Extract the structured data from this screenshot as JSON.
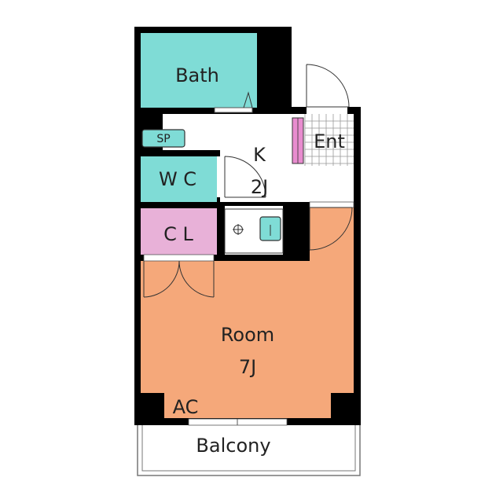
{
  "floor_plan": {
    "labels": {
      "bath": "Bath",
      "sp": "SP",
      "kitchen_k": "K",
      "kitchen_size": "2J",
      "entrance": "Ent",
      "wc": "W C",
      "closet": "C L",
      "room": "Room",
      "room_size": "7J",
      "ac": "AC",
      "balcony": "Balcony"
    },
    "colors": {
      "wall": "#000000",
      "wet_area": "#7fdcd6",
      "closet": "#e8b1d8",
      "room": "#f5a87a",
      "shoe_box": "#e88ccf",
      "entrance_tile": "#ffffff",
      "tile_grid": "#999999",
      "floor": "#ffffff",
      "outline": "#777777"
    }
  }
}
